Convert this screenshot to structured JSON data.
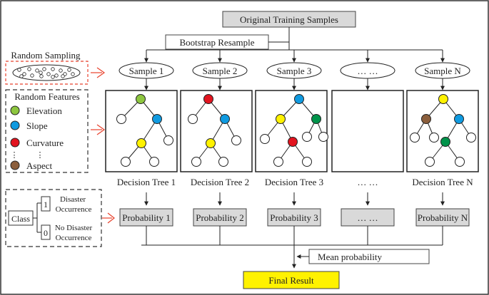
{
  "header": {
    "original_samples": "Original Training Samples",
    "bootstrap": "Bootstrap Resample"
  },
  "samples": [
    "Sample 1",
    "Sample 2",
    "Sample 3",
    "… …",
    "Sample N"
  ],
  "trees": [
    "Decision Tree 1",
    "Decision Tree 2",
    "Decision Tree 3",
    "… …",
    "Decision Tree N"
  ],
  "probabilities": [
    "Probability 1",
    "Probability 2",
    "Probability 3",
    "… …",
    "Probability N"
  ],
  "mean_probability": "Mean probability",
  "final_result": "Final Result",
  "legend": {
    "random_sampling": "Random Sampling",
    "random_features": "Random Features",
    "features": [
      {
        "label": "Elevation",
        "color": "#8dc63f"
      },
      {
        "label": "Slope",
        "color": "#0f9ae0"
      },
      {
        "label": "Curvature",
        "color": "#e2141f"
      },
      {
        "label": "Aspect",
        "color": "#8b5e3c"
      }
    ],
    "extra_feature_colors": {
      "yellow": "#fff200",
      "green": "#00934a"
    },
    "class_label": "Class",
    "class_values": [
      {
        "code": "1",
        "line1": "Disaster",
        "line2": "Occurrence"
      },
      {
        "code": "0",
        "line1": "No Disaster",
        "line2": "Occurrence"
      }
    ]
  },
  "colors": {
    "header_fill": "#d9d9d9",
    "prob_fill": "#d9d9d9",
    "final_fill": "#fff200",
    "accent_dashed": "#e8412c",
    "frame": "#333333"
  }
}
